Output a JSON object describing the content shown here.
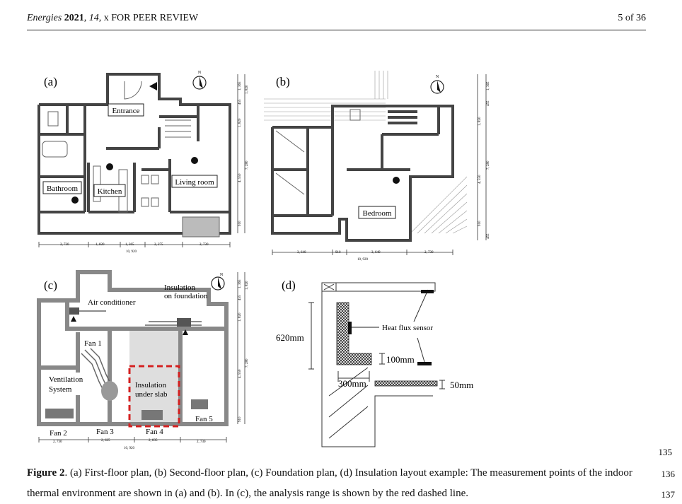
{
  "header": {
    "journal": "Energies",
    "year": "2021",
    "volume": "14",
    "rest": ", x FOR PEER REVIEW",
    "page": "5 of 36"
  },
  "figure": {
    "panel_a": {
      "label": "(a)",
      "rooms": {
        "entrance": "Entrance",
        "living": "Living room",
        "bathroom": "Bathroom",
        "kitchen": "Kitchen"
      },
      "dims_bottom": [
        "2, 730",
        "1, 820",
        "1, 365",
        "2, 275",
        "2, 730"
      ],
      "dim_total": "10, 920",
      "dims_right": [
        "1, 365",
        "1, 820",
        "455",
        "1, 820",
        "7, 280",
        "4, 550",
        "910"
      ],
      "north": "N"
    },
    "panel_b": {
      "label": "(b)",
      "rooms": {
        "bedroom": "Bedroom"
      },
      "dims_bottom": [
        "3, 640",
        "910",
        "3, 640",
        "2, 730"
      ],
      "dim_total": "10, 920",
      "dims_right": [
        "1, 365",
        "455",
        "1, 820",
        "7, 280",
        "4, 550",
        "910",
        "455"
      ],
      "north": "N"
    },
    "panel_c": {
      "label": "(c)",
      "labels": {
        "air_conditioner": "Air conditioner",
        "insulation_foundation_1": "Insulation",
        "insulation_foundation_2": "on foundation",
        "fan1": "Fan 1",
        "ventilation_1": "Ventilation",
        "ventilation_2": "System",
        "insulation_slab_1": "Insulation",
        "insulation_slab_2": "under slab",
        "fan2": "Fan 2",
        "fan3": "Fan 3",
        "fan4": "Fan 4",
        "fan5": "Fan 5"
      },
      "dims_bottom": [
        "2, 730",
        "2, 625",
        "2, 835",
        "2, 730"
      ],
      "dim_total": "10, 920",
      "dims_right": [
        "1, 365",
        "455",
        "1, 820",
        "1, 820",
        "7, 280",
        "4, 550",
        "910"
      ],
      "north": "N"
    },
    "panel_d": {
      "label": "(d)",
      "labels": {
        "height": "620mm",
        "sensor": "Heat flux sensor",
        "d100": "100mm",
        "d300": "300mm",
        "d50": "50mm"
      }
    },
    "line_top": "135"
  },
  "caption": {
    "label": "Figure 2",
    "text": ". (a) First-floor plan, (b) Second-floor plan, (c) Foundation plan, (d) Insulation layout example: The measurement points of the indoor thermal environment are shown in (a) and (b). In (c), the analysis range is shown by the red dashed line.",
    "line_numbers": [
      "136",
      "137"
    ]
  },
  "colors": {
    "accent_red": "#d42020",
    "wall": "#555555",
    "slab": "#d8d8d8"
  }
}
